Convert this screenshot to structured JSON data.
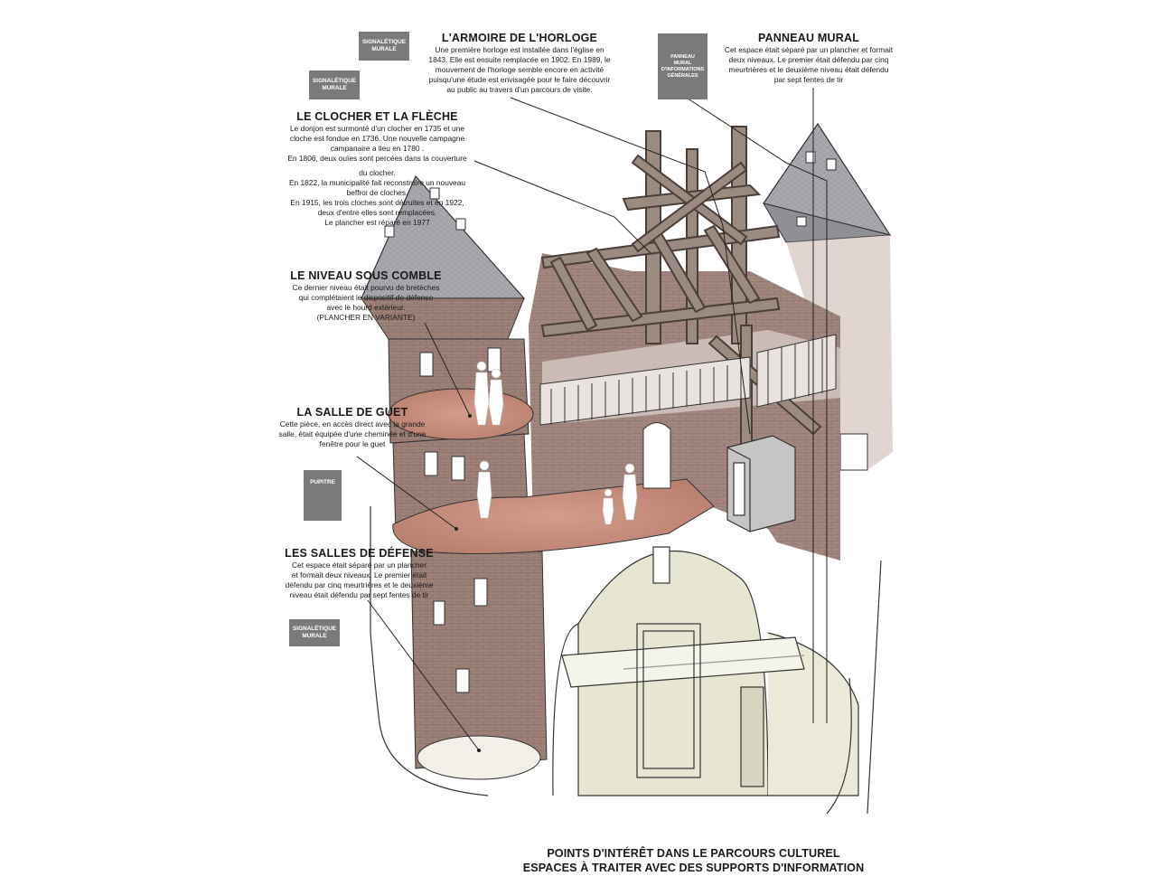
{
  "signs": {
    "s1": [
      "SIGNALÉTIQUE",
      "MURALE"
    ],
    "s2": [
      "SIGNALÉTIQUE",
      "MURALE"
    ],
    "panneau": [
      "PANNEAU",
      "MURAL",
      "D'INFORMATIONS",
      "GÉNÉRALES"
    ],
    "pupitre": [
      "PUPITRE"
    ],
    "s3": [
      "SIGNALÉTIQUE",
      "MURALE"
    ]
  },
  "armoire": {
    "title": "L'ARMOIRE DE L'HORLOGE",
    "lines": [
      "Une première horloge est installée dans l'église en",
      "1843. Elle est ensuite remplacée en 1902. En 1989, le",
      "mouvement de l'horloge semble encore en activité",
      "puisqu'une étude est envisagée pour le faire découvrir",
      "au public au travers d'un parcours de visite."
    ]
  },
  "panneau": {
    "title": "PANNEAU MURAL",
    "lines": [
      "Cet espace était séparé par un plancher et formait",
      "deux niveaux. Le premier était défendu par cinq",
      "meurtrières et le deuxième niveau était défendu",
      "par sept fentes de tir"
    ]
  },
  "clocher": {
    "title": "LE CLOCHER ET LA FLÈCHE",
    "lines": [
      "Le donjon est surmonté d'un clocher en 1735 et une",
      "cloche est fondue en 1736. Une nouvelle campagne",
      "campanaire a lieu en 1780 .",
      "En 1806, deux ouïes sont percées dans la couverture",
      "",
      "du clocher.",
      "En 1822, la municipalité fait reconstruire un nouveau",
      "beffroi de cloches.",
      "En 1915, les trois cloches sont détruites et en 1922,",
      "deux d'entre elles sont remplacées.",
      "Le plancher est réparé en 1977"
    ]
  },
  "niveau": {
    "title": "LE NIVEAU SOUS COMBLE",
    "lines": [
      "Ce dernier niveau était pourvu de bretèches",
      "qui complétaient le dispositif de défense",
      "avec le hourd extérieur.",
      "(PLANCHER EN VARIANTE)"
    ]
  },
  "guet": {
    "title": "LA SALLE DE GUET",
    "lines": [
      "Cette pièce, en accès direct avec la grande",
      "salle, était équipée  d'une cheminée et d'une",
      "fenêtre pour le guet"
    ]
  },
  "defense": {
    "title": "LES SALLES DE DÉFENSE",
    "lines": [
      "Cet espace était séparé par un plancher",
      "et formait deux niveaux. Le premier était",
      "défendu par cinq meurtrières et le deuxième",
      "niveau était défendu par sept fentes de tir"
    ]
  },
  "footer": {
    "line1": "POINTS D'INTÉRÊT DANS LE PARCOURS CULTUREL",
    "line2": "ESPACES À TRAITER AVEC DES SUPPORTS D'INFORMATION"
  },
  "colors": {
    "brick": "#9a7f78",
    "brick_dark": "#7f6661",
    "floor": "#c98f7f",
    "timber": "#8a7b72",
    "roof": "#a9a9ad",
    "vault": "#e3e3d0",
    "sign": "#7a7a7a"
  }
}
